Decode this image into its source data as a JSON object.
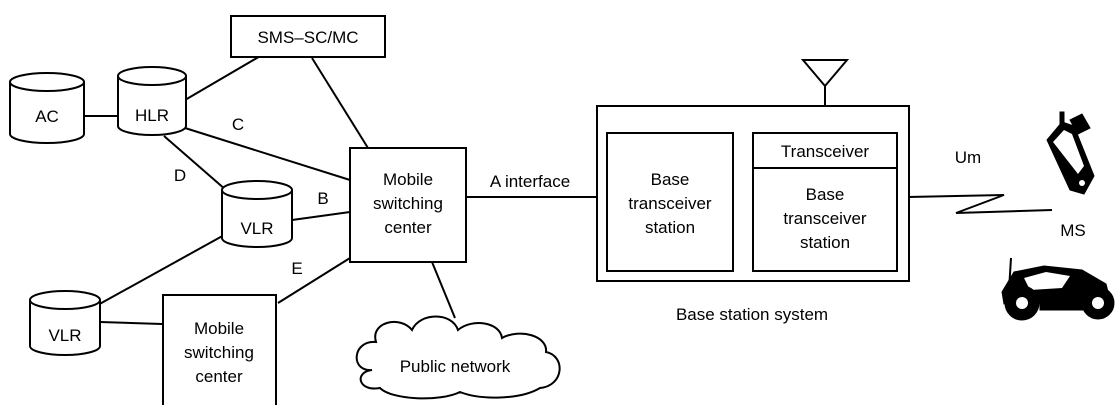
{
  "nodes": {
    "sms_sc": "SMS–SC/MC",
    "ac": "AC",
    "hlr": "HLR",
    "vlr_upper": "VLR",
    "vlr_lower": "VLR",
    "msc_main": [
      "Mobile",
      "switching",
      "center"
    ],
    "msc_second": [
      "Mobile",
      "switching",
      "center"
    ],
    "public_network": "Public network",
    "bts_left": [
      "Base",
      "transceiver",
      "station"
    ],
    "transceiver": "Transceiver",
    "bts_right": [
      "Base",
      "transceiver",
      "station"
    ],
    "bss_caption": "Base station system",
    "ms": "MS"
  },
  "links": {
    "c": "C",
    "d": "D",
    "b": "B",
    "e": "E",
    "a_interface": "A interface",
    "um": "Um"
  },
  "colors": {
    "stroke": "#000000",
    "background": "#ffffff"
  },
  "icons": [
    "antenna-icon",
    "mobile-phone-icon",
    "vehicle-icon",
    "lightning-link-icon",
    "cloud-icon"
  ]
}
